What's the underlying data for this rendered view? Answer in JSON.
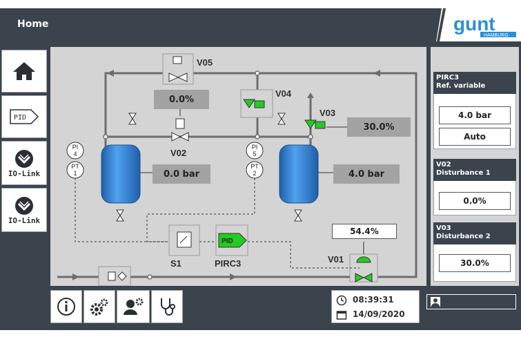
{
  "header": {
    "title": "Home",
    "logo_text": "gunt",
    "logo_sub": "HAMBURG"
  },
  "sidebar": {
    "items": [
      {
        "name": "home",
        "label": ""
      },
      {
        "name": "pid",
        "label": "PID"
      },
      {
        "name": "io-link-1",
        "label": "IO-Link"
      },
      {
        "name": "io-link-2",
        "label": "IO-Link"
      }
    ]
  },
  "diagram": {
    "valves": {
      "v05": "V05",
      "v04": "V04",
      "v03": "V03",
      "v02": "V02",
      "v01": "V01"
    },
    "readouts": {
      "v05_position": "0.0%",
      "tank1_pressure": "0.0 bar",
      "tank2_pressure": "4.0 bar",
      "v03_position": "30.0%",
      "v01_position": "54.4%"
    },
    "instruments": {
      "pi4_top": "PI",
      "pi4_num": "4",
      "pt1_top": "PT",
      "pt1_num": "1",
      "pi5_top": "PI",
      "pi5_num": "5",
      "pt2_top": "PT",
      "pt2_num": "2"
    },
    "switch_label": "S1",
    "pid_block": "PID",
    "pid_name": "PIRC3"
  },
  "right_panel": {
    "pirc3": {
      "title_line1": "PIRC3",
      "title_line2": "Ref. variable",
      "value": "4.0 bar",
      "mode": "Auto"
    },
    "v02": {
      "title_line1": "V02",
      "title_line2": "Disturbance 1",
      "value": "0.0%"
    },
    "v03": {
      "title_line1": "V03",
      "title_line2": "Disturbance 2",
      "value": "30.0%"
    }
  },
  "footer": {
    "time": "08:39:31",
    "date": "14/09/2020"
  },
  "colors": {
    "dark": "#3b444c",
    "panel": "#d4d4d4",
    "tank": "#2f7fd0",
    "valve_green": "#22cc22",
    "pipe": "#6d6d6d"
  }
}
